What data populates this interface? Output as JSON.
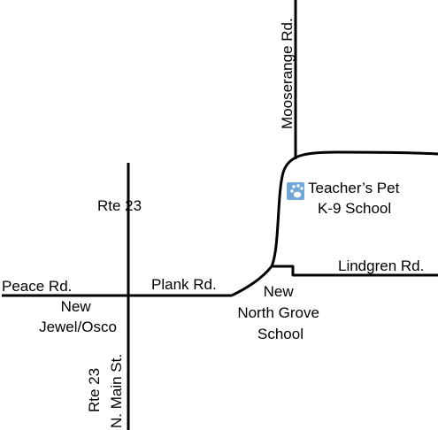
{
  "map": {
    "roads": {
      "peace": "Peace Rd.",
      "plank": "Plank Rd.",
      "rte23_north": "Rte 23",
      "rte23_south": "Rte 23",
      "main_street": "N. Main St.",
      "mooserange": "Mooserange Rd.",
      "lindgren": "Lindgren Rd."
    },
    "places": {
      "jewel_osco": [
        "New",
        "Jewel/Osco"
      ],
      "north_grove": [
        "New",
        "North Grove",
        "School"
      ],
      "teachers_pet": [
        "Teacher’s Pet",
        "K-9 School"
      ]
    },
    "marker": {
      "icon": "paw-print-icon",
      "fill": "#6FA7D6",
      "paw": "#FFFFFF"
    },
    "road_color": "#000000",
    "label_color": "#000000"
  }
}
